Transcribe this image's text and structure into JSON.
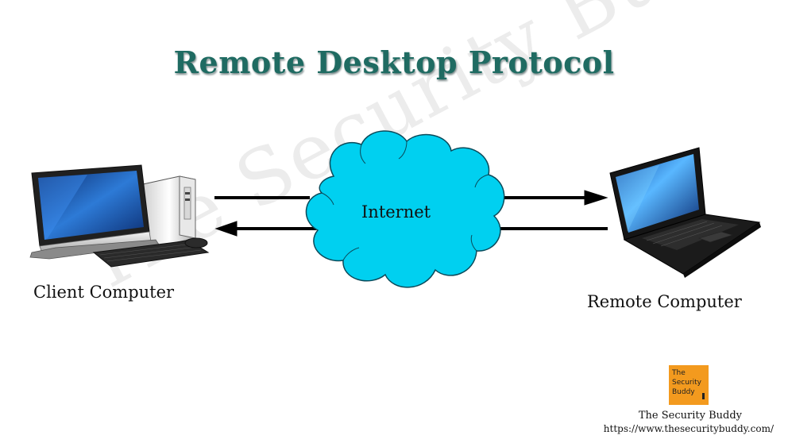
{
  "title": "Remote Desktop Protocol",
  "watermark": "The Security Buddy",
  "nodes": {
    "client": "Client Computer",
    "cloud": "Internet",
    "remote": "Remote Computer"
  },
  "logo": {
    "line1": "The",
    "line2": "Security",
    "line3": "Buddy"
  },
  "footer": {
    "name": "The Security Buddy",
    "url": "https://www.thesecuritybuddy.com/"
  },
  "colors": {
    "title": "#1f6b62",
    "cloud_fill": "#00d0f0",
    "cloud_stroke": "#0a4a5a",
    "arrow": "#000000",
    "logo_bg": "#f39a1e"
  }
}
